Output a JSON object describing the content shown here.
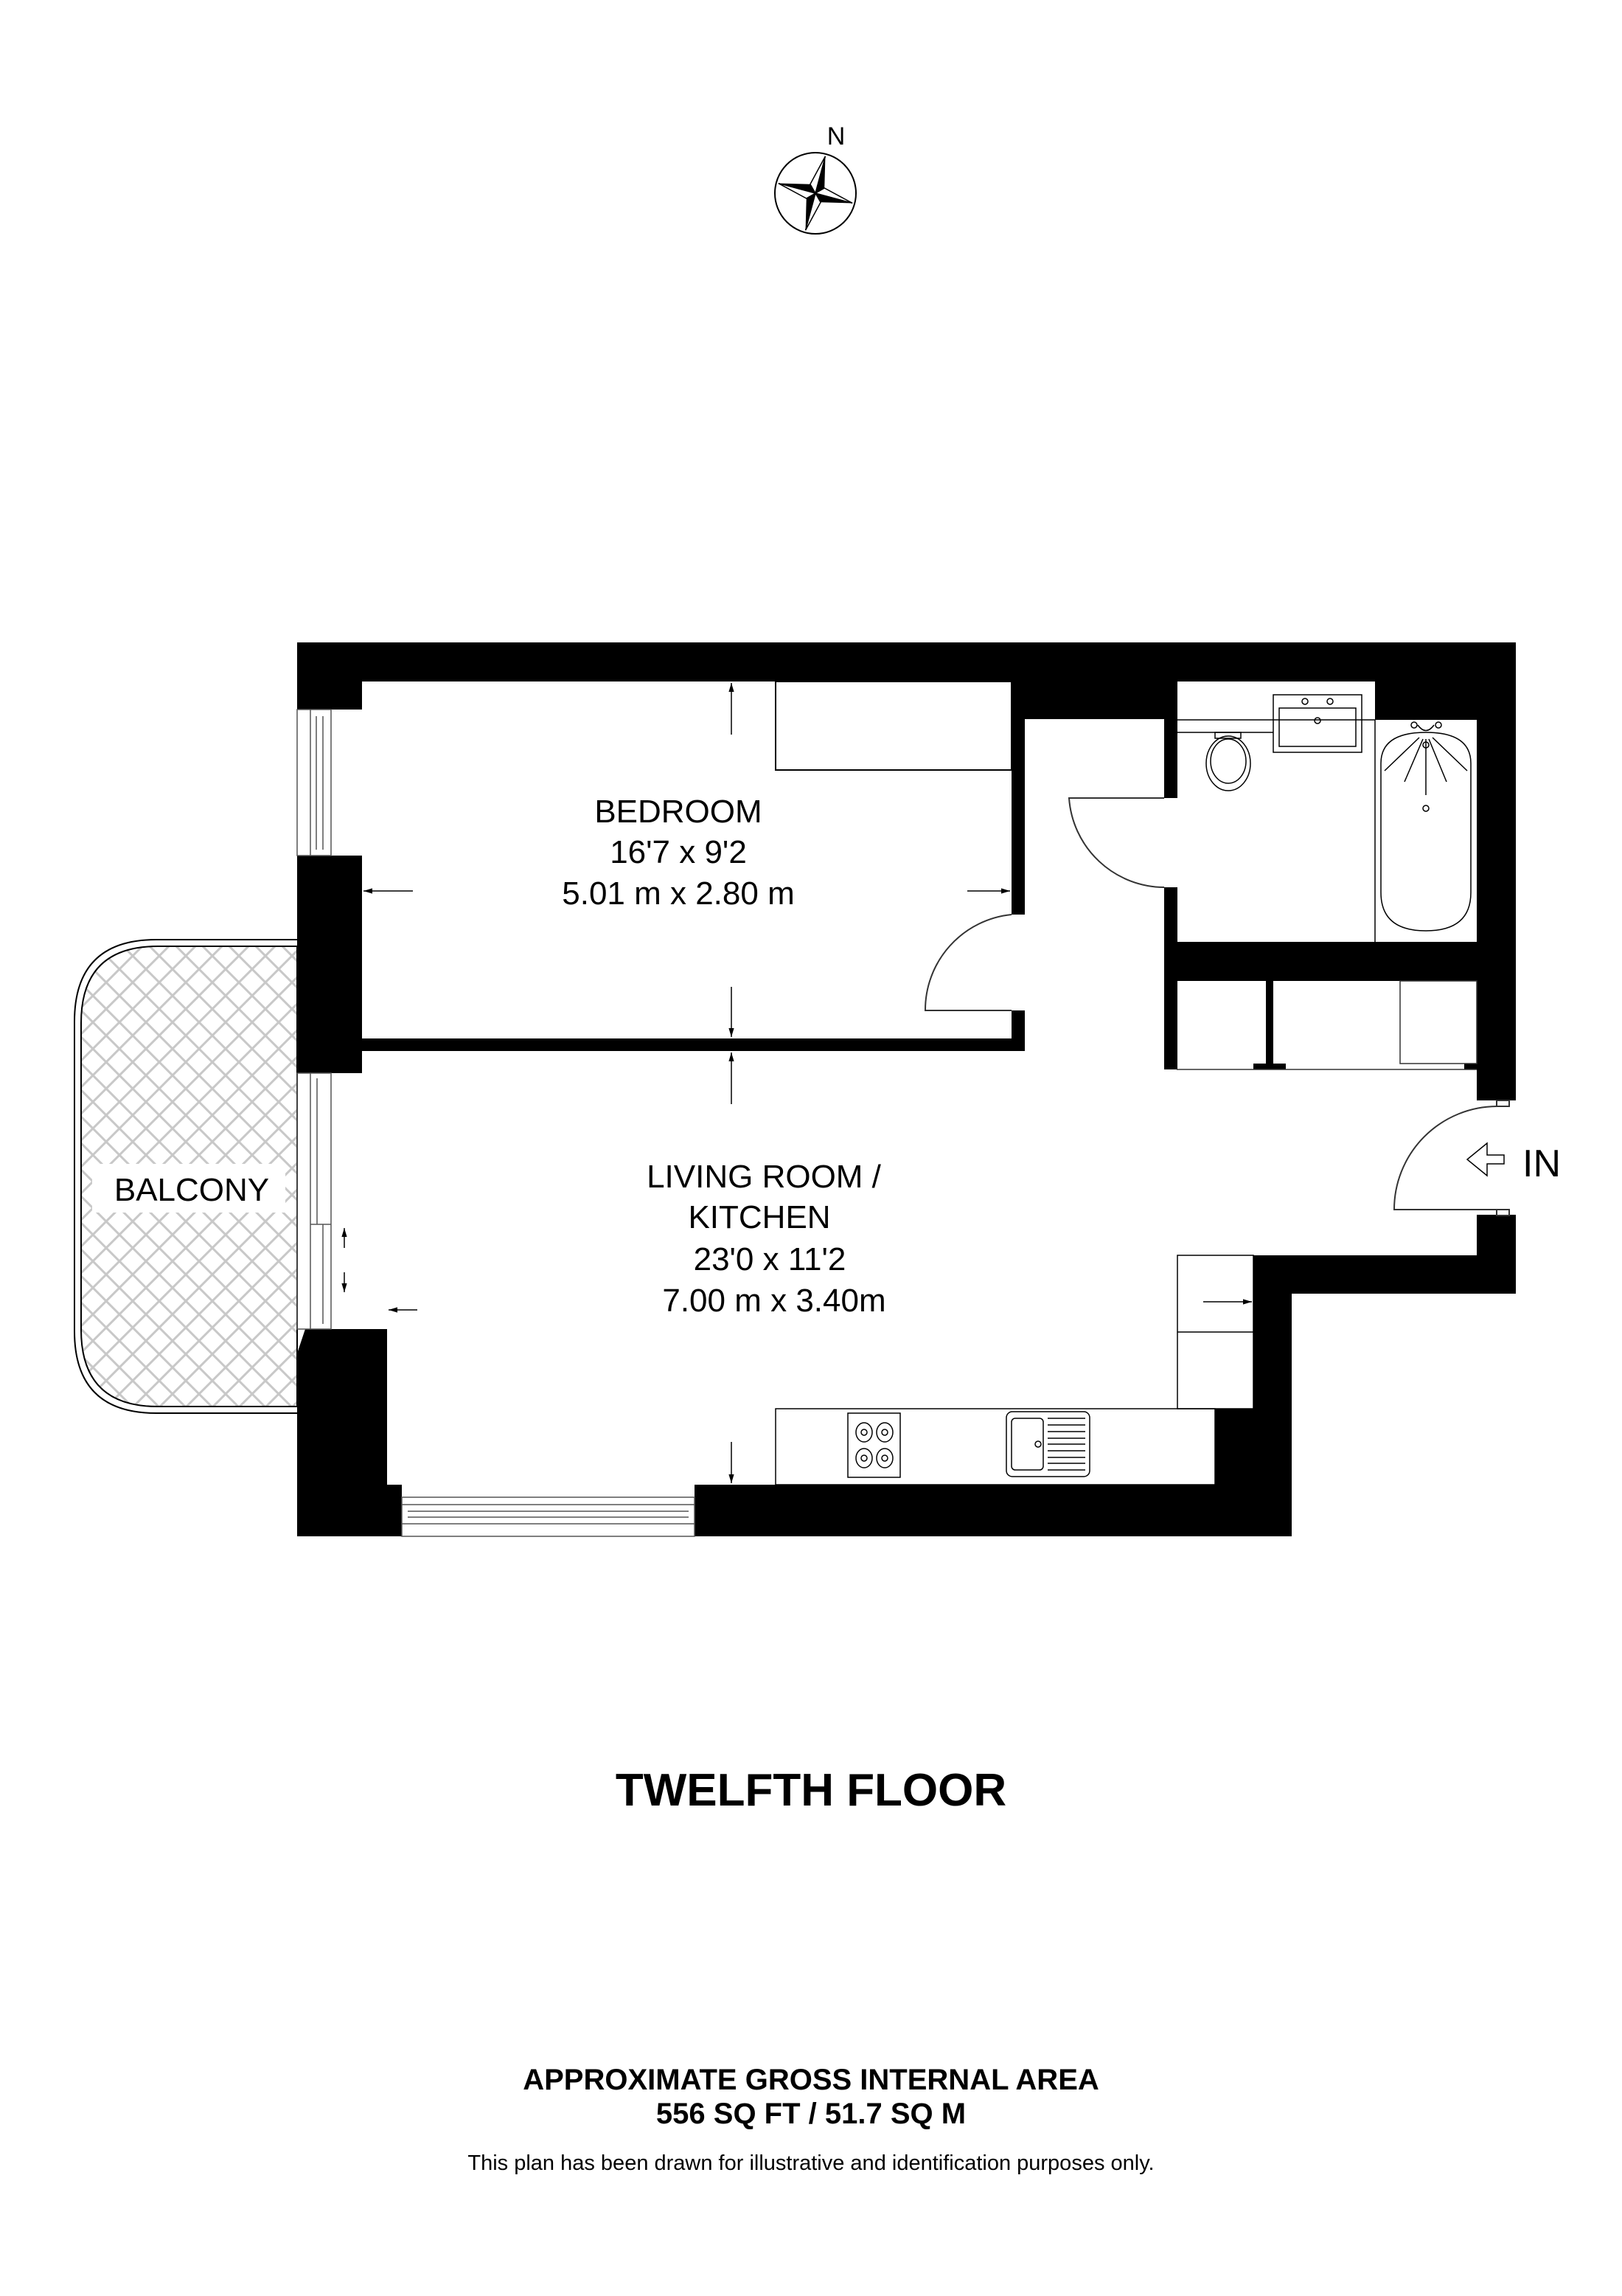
{
  "compass": {
    "label": "N",
    "icon": "compass-rose-icon"
  },
  "rooms": [
    {
      "id": "bedroom",
      "name": "BEDROOM",
      "imperial": "16'7 x 9'2",
      "metric": "5.01 m x 2.80 m"
    },
    {
      "id": "living",
      "name_line1": "LIVING ROOM /",
      "name_line2": "KITCHEN",
      "imperial": "23'0 x 11'2",
      "metric": "7.00 m x 3.40m"
    },
    {
      "id": "balcony",
      "name": "BALCONY"
    }
  ],
  "entrance": {
    "label": "IN",
    "icon": "entrance-arrow-icon"
  },
  "floor": {
    "title": "TWELFTH FLOOR"
  },
  "area": {
    "title": "APPROXIMATE GROSS INTERNAL AREA",
    "value": "556 SQ FT / 51.7 SQ M"
  },
  "disclaimer": "This plan has been drawn for illustrative and identification purposes only.",
  "colors": {
    "wall": "#000000",
    "hatch": "#c8c8c8",
    "line": "#333333",
    "background": "#ffffff"
  }
}
